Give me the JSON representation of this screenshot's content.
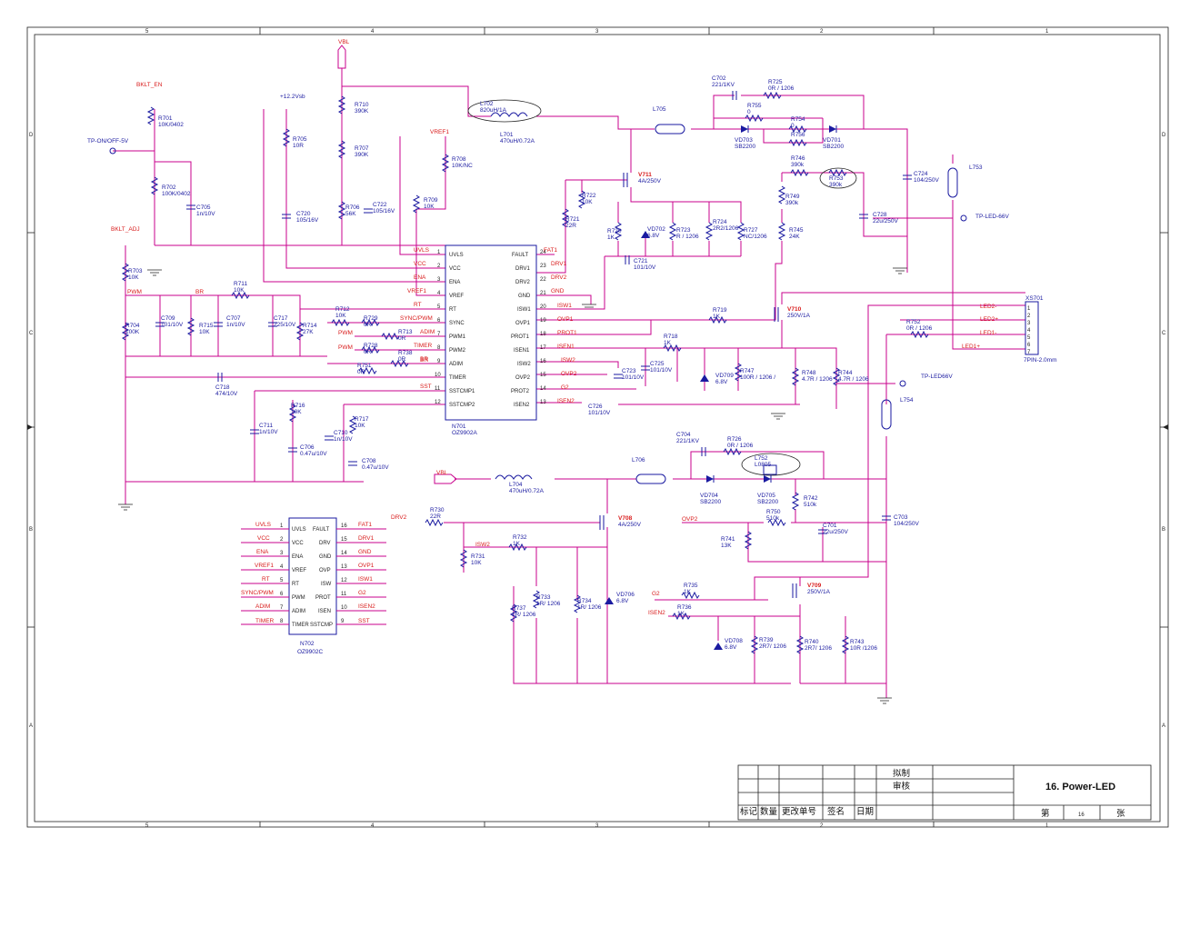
{
  "title_block": {
    "title": "16. Power-LED",
    "drawn_label": "拟制",
    "review_label": "审核",
    "page_prefix": "第",
    "page_number": "16",
    "page_suffix": "张",
    "columns": [
      "标记",
      "数量",
      "更改单号",
      "签名",
      "日期"
    ]
  },
  "border": {
    "col_marks": [
      "5",
      "4",
      "3",
      "2",
      "1"
    ],
    "row_marks": [
      "D",
      "C",
      "B",
      "A"
    ]
  },
  "ics": {
    "n701": {
      "ref": "N701",
      "part": "OZ9902A",
      "left_pins": [
        {
          "num": "1",
          "name": "UVLS",
          "net": "UVLS"
        },
        {
          "num": "2",
          "name": "VCC",
          "net": "VCC"
        },
        {
          "num": "3",
          "name": "ENA",
          "net": "ENA"
        },
        {
          "num": "4",
          "name": "VREF",
          "net": "VREF1"
        },
        {
          "num": "5",
          "name": "RT",
          "net": "RT"
        },
        {
          "num": "6",
          "name": "SYNC",
          "net": "SYNC/PWM"
        },
        {
          "num": "7",
          "name": "PWM1",
          "net": "ADIM"
        },
        {
          "num": "8",
          "name": "PWM2",
          "net": "TIMER"
        },
        {
          "num": "9",
          "name": "ADIM",
          "net": "BR"
        },
        {
          "num": "10",
          "name": "TIMER",
          "net": ""
        },
        {
          "num": "11",
          "name": "SSTCMP1",
          "net": "SST"
        },
        {
          "num": "12",
          "name": "SSTCMP2",
          "net": ""
        }
      ],
      "right_pins": [
        {
          "num": "24",
          "name": "FAULT",
          "net": "FAT1"
        },
        {
          "num": "23",
          "name": "DRV1",
          "net": "DRV1"
        },
        {
          "num": "22",
          "name": "DRV2",
          "net": "DRV2"
        },
        {
          "num": "21",
          "name": "GND",
          "net": "GND"
        },
        {
          "num": "20",
          "name": "ISW1",
          "net": "ISW1"
        },
        {
          "num": "19",
          "name": "OVP1",
          "net": "OVP1"
        },
        {
          "num": "18",
          "name": "PROT1",
          "net": "PROT1"
        },
        {
          "num": "17",
          "name": "ISEN1",
          "net": "ISEN1"
        },
        {
          "num": "16",
          "name": "ISW2",
          "net": "ISW2"
        },
        {
          "num": "15",
          "name": "OVP2",
          "net": "OVP2"
        },
        {
          "num": "14",
          "name": "PROT2",
          "net": "G2"
        },
        {
          "num": "13",
          "name": "ISEN2",
          "net": "ISEN2"
        }
      ]
    },
    "n702": {
      "ref": "N702",
      "part": "OZ9902C",
      "left_pins": [
        {
          "num": "1",
          "name": "UVLS",
          "net": "UVLS"
        },
        {
          "num": "2",
          "name": "VCC",
          "net": "VCC"
        },
        {
          "num": "3",
          "name": "ENA",
          "net": "ENA"
        },
        {
          "num": "4",
          "name": "VREF",
          "net": "VREF1"
        },
        {
          "num": "5",
          "name": "RT",
          "net": "RT"
        },
        {
          "num": "6",
          "name": "PWM",
          "net": "SYNC/PWM"
        },
        {
          "num": "7",
          "name": "ADIM",
          "net": "ADIM"
        },
        {
          "num": "8",
          "name": "TIMER",
          "net": "TIMER"
        }
      ],
      "right_pins": [
        {
          "num": "16",
          "name": "FAULT",
          "net": "FAT1"
        },
        {
          "num": "15",
          "name": "DRV",
          "net": "DRV1"
        },
        {
          "num": "14",
          "name": "GND",
          "net": "GND"
        },
        {
          "num": "13",
          "name": "OVP",
          "net": "OVP1"
        },
        {
          "num": "12",
          "name": "ISW",
          "net": "ISW1"
        },
        {
          "num": "11",
          "name": "PROT",
          "net": "G2"
        },
        {
          "num": "10",
          "name": "ISEN",
          "net": "ISEN2"
        },
        {
          "num": "9",
          "name": "SSTCMP",
          "net": "SST"
        }
      ]
    }
  },
  "nets": {
    "vbl": "VBL",
    "vbl2": "VBL",
    "bklt_en": "BKLT_EN",
    "bklt_adj": "BKLT_ADJ",
    "tp_on": "TP-ON/OFF-5V",
    "v12": "+12.2Vsb",
    "vref1_top": "VREF1",
    "pwm_in": "PWM",
    "br": "BR",
    "pwm_a": "PWM",
    "pwm_b": "PWM",
    "sync_pwm": "SYNC/PWM",
    "adim": "ADIM",
    "timer": "TIMER",
    "br2": "BR",
    "sst": "SST",
    "tp_led66": "TP-LED-66V",
    "tp_led66b": "TP-LED66V",
    "led2m": "LED2-",
    "led2p": "LED2+",
    "led1m": "LED1-",
    "led1p": "LED1+",
    "drv2_low": "DRV2",
    "isw2_low": "ISW2",
    "ovp2_low": "OVP2",
    "g2_low": "G2",
    "isen2_low": "ISEN2"
  },
  "connector": {
    "ref": "XS701",
    "desc": "7PIN-2.0mm",
    "pins": [
      "1",
      "2",
      "3",
      "4",
      "5",
      "6",
      "7"
    ]
  },
  "components": [
    {
      "id": "r701",
      "ref": "R701",
      "val": "10K/0402"
    },
    {
      "id": "r702",
      "ref": "R702",
      "val": "100K/0402"
    },
    {
      "id": "c705",
      "ref": "C705",
      "val": "1n/10V"
    },
    {
      "id": "r705",
      "ref": "R705",
      "val": "10R"
    },
    {
      "id": "c720",
      "ref": "C720",
      "val": "105/16V"
    },
    {
      "id": "r710",
      "ref": "R710",
      "val": "390K"
    },
    {
      "id": "r707",
      "ref": "R707",
      "val": "390K"
    },
    {
      "id": "r706",
      "ref": "R706",
      "val": "56K"
    },
    {
      "id": "c722",
      "ref": "C722",
      "val": "105/16V"
    },
    {
      "id": "r708",
      "ref": "R708",
      "val": "10K/NC"
    },
    {
      "id": "r709",
      "ref": "R709",
      "val": "10K"
    },
    {
      "id": "l702",
      "ref": "L702",
      "val": "820uH/1A"
    },
    {
      "id": "l701",
      "ref": "L701",
      "val": "470uH/0.72A"
    },
    {
      "id": "l705",
      "ref": "L705",
      "val": ""
    },
    {
      "id": "c702",
      "ref": "C702",
      "val": "221/1KV"
    },
    {
      "id": "r725",
      "ref": "R725",
      "val": "0R / 1206"
    },
    {
      "id": "r755",
      "ref": "R755",
      "val": "0"
    },
    {
      "id": "r754",
      "ref": "R754",
      "val": "0"
    },
    {
      "id": "r756",
      "ref": "R756",
      "val": ""
    },
    {
      "id": "vd703",
      "ref": "VD703",
      "val": "SB2200"
    },
    {
      "id": "vd701",
      "ref": "VD701",
      "val": "SB2200"
    },
    {
      "id": "l753",
      "ref": "L753",
      "val": ""
    },
    {
      "id": "v711",
      "ref": "V711",
      "val": "4A/250V"
    },
    {
      "id": "r722",
      "ref": "R722",
      "val": "10K"
    },
    {
      "id": "r721",
      "ref": "R721",
      "val": "22R"
    },
    {
      "id": "r720",
      "ref": "R720",
      "val": "1K"
    },
    {
      "id": "vd702",
      "ref": "VD702",
      "val": "6.8V"
    },
    {
      "id": "r723",
      "ref": "R723",
      "val": "R / 1206"
    },
    {
      "id": "r724",
      "ref": "R724",
      "val": "2R2/1206"
    },
    {
      "id": "r727",
      "ref": "R727",
      "val": "NC/1206"
    },
    {
      "id": "c721",
      "ref": "C721",
      "val": "101/10V"
    },
    {
      "id": "r746",
      "ref": "R746",
      "val": "390k"
    },
    {
      "id": "r753",
      "ref": "R753",
      "val": "390k"
    },
    {
      "id": "r749",
      "ref": "R749",
      "val": "390k"
    },
    {
      "id": "r745",
      "ref": "R745",
      "val": "24K"
    },
    {
      "id": "c724",
      "ref": "C724",
      "val": "104/250V"
    },
    {
      "id": "c728",
      "ref": "C728",
      "val": "22u/250V"
    },
    {
      "id": "r703",
      "ref": "R703",
      "val": "10K"
    },
    {
      "id": "r704",
      "ref": "R704",
      "val": "100K"
    },
    {
      "id": "c709",
      "ref": "C709",
      "val": "101/10V"
    },
    {
      "id": "r711",
      "ref": "R711",
      "val": "10K"
    },
    {
      "id": "r715",
      "ref": "R715",
      "val": "10K"
    },
    {
      "id": "c707",
      "ref": "C707",
      "val": "1n/10V"
    },
    {
      "id": "c717",
      "ref": "C717",
      "val": "225/10V"
    },
    {
      "id": "r714",
      "ref": "R714",
      "val": "27K"
    },
    {
      "id": "r712",
      "ref": "R712",
      "val": "10K"
    },
    {
      "id": "r729",
      "ref": "R729",
      "val": "0R"
    },
    {
      "id": "r713",
      "ref": "R713",
      "val": "0R"
    },
    {
      "id": "r728",
      "ref": "R728",
      "val": "0R"
    },
    {
      "id": "r738",
      "ref": "R738",
      "val": "0R"
    },
    {
      "id": "r751",
      "ref": "R751",
      "val": "0R"
    },
    {
      "id": "c718",
      "ref": "C718",
      "val": "474/10V"
    },
    {
      "id": "r716",
      "ref": "R716",
      "val": "10K"
    },
    {
      "id": "c711",
      "ref": "C711",
      "val": "1n/10V"
    },
    {
      "id": "c706",
      "ref": "C706",
      "val": "0.47u/10V"
    },
    {
      "id": "c710",
      "ref": "C710",
      "val": "1n/10V"
    },
    {
      "id": "r717",
      "ref": "R717",
      "val": "10K"
    },
    {
      "id": "c708",
      "ref": "C708",
      "val": "0.47u/10V"
    },
    {
      "id": "r719",
      "ref": "R719",
      "val": "1K"
    },
    {
      "id": "v710",
      "ref": "V710",
      "val": "250V/1A"
    },
    {
      "id": "r752",
      "ref": "R752",
      "val": "0R / 1206"
    },
    {
      "id": "r718",
      "ref": "R718",
      "val": "1K"
    },
    {
      "id": "c723",
      "ref": "C723",
      "val": "101/10V"
    },
    {
      "id": "c725",
      "ref": "C725",
      "val": "101/10V"
    },
    {
      "id": "vd709",
      "ref": "VD709",
      "val": "6.8V"
    },
    {
      "id": "r747",
      "ref": "R747",
      "val": "100R / 1206 /"
    },
    {
      "id": "r748",
      "ref": "R748",
      "val": "4.7R / 1206"
    },
    {
      "id": "r744",
      "ref": "R744",
      "val": "4.7R / 1206"
    },
    {
      "id": "c726",
      "ref": "C726",
      "val": "101/10V"
    },
    {
      "id": "l754",
      "ref": "L754",
      "val": ""
    },
    {
      "id": "c704",
      "ref": "C704",
      "val": "221/1KV"
    },
    {
      "id": "r726",
      "ref": "R726",
      "val": "0R / 1206"
    },
    {
      "id": "l752",
      "ref": "L752",
      "val": "L0805"
    },
    {
      "id": "l706",
      "ref": "L706",
      "val": ""
    },
    {
      "id": "l704",
      "ref": "L704",
      "val": "470uH/0.72A"
    },
    {
      "id": "vd704",
      "ref": "VD704",
      "val": "SB2200"
    },
    {
      "id": "vd705",
      "ref": "VD705",
      "val": "SB2200"
    },
    {
      "id": "r742",
      "ref": "R742",
      "val": "510k"
    },
    {
      "id": "r750",
      "ref": "R750",
      "val": "510k"
    },
    {
      "id": "c701",
      "ref": "C701",
      "val": "22u/250V"
    },
    {
      "id": "r741",
      "ref": "R741",
      "val": "13K"
    },
    {
      "id": "c703",
      "ref": "C703",
      "val": "104/250V"
    },
    {
      "id": "r730",
      "ref": "R730",
      "val": "22R"
    },
    {
      "id": "v708",
      "ref": "V708",
      "val": "4A/250V"
    },
    {
      "id": "r732",
      "ref": "R732",
      "val": "1K"
    },
    {
      "id": "r731",
      "ref": "R731",
      "val": "10K"
    },
    {
      "id": "r733",
      "ref": "R733",
      "val": "1R/ 1206"
    },
    {
      "id": "r737",
      "ref": "R737",
      "val": "1R/ 1206"
    },
    {
      "id": "r734",
      "ref": "R734",
      "val": "1R/ 1206"
    },
    {
      "id": "vd706",
      "ref": "VD706",
      "val": "6.8V"
    },
    {
      "id": "v709",
      "ref": "V709",
      "val": "250V/1A"
    },
    {
      "id": "r735",
      "ref": "R735",
      "val": "1K"
    },
    {
      "id": "r736",
      "ref": "R736",
      "val": "1K"
    },
    {
      "id": "vd708",
      "ref": "VD708",
      "val": "6.8V"
    },
    {
      "id": "r739",
      "ref": "R739",
      "val": "2R7/ 1206"
    },
    {
      "id": "r740",
      "ref": "R740",
      "val": "2R7/ 1206"
    },
    {
      "id": "r743",
      "ref": "R743",
      "val": "10R /1206"
    }
  ]
}
